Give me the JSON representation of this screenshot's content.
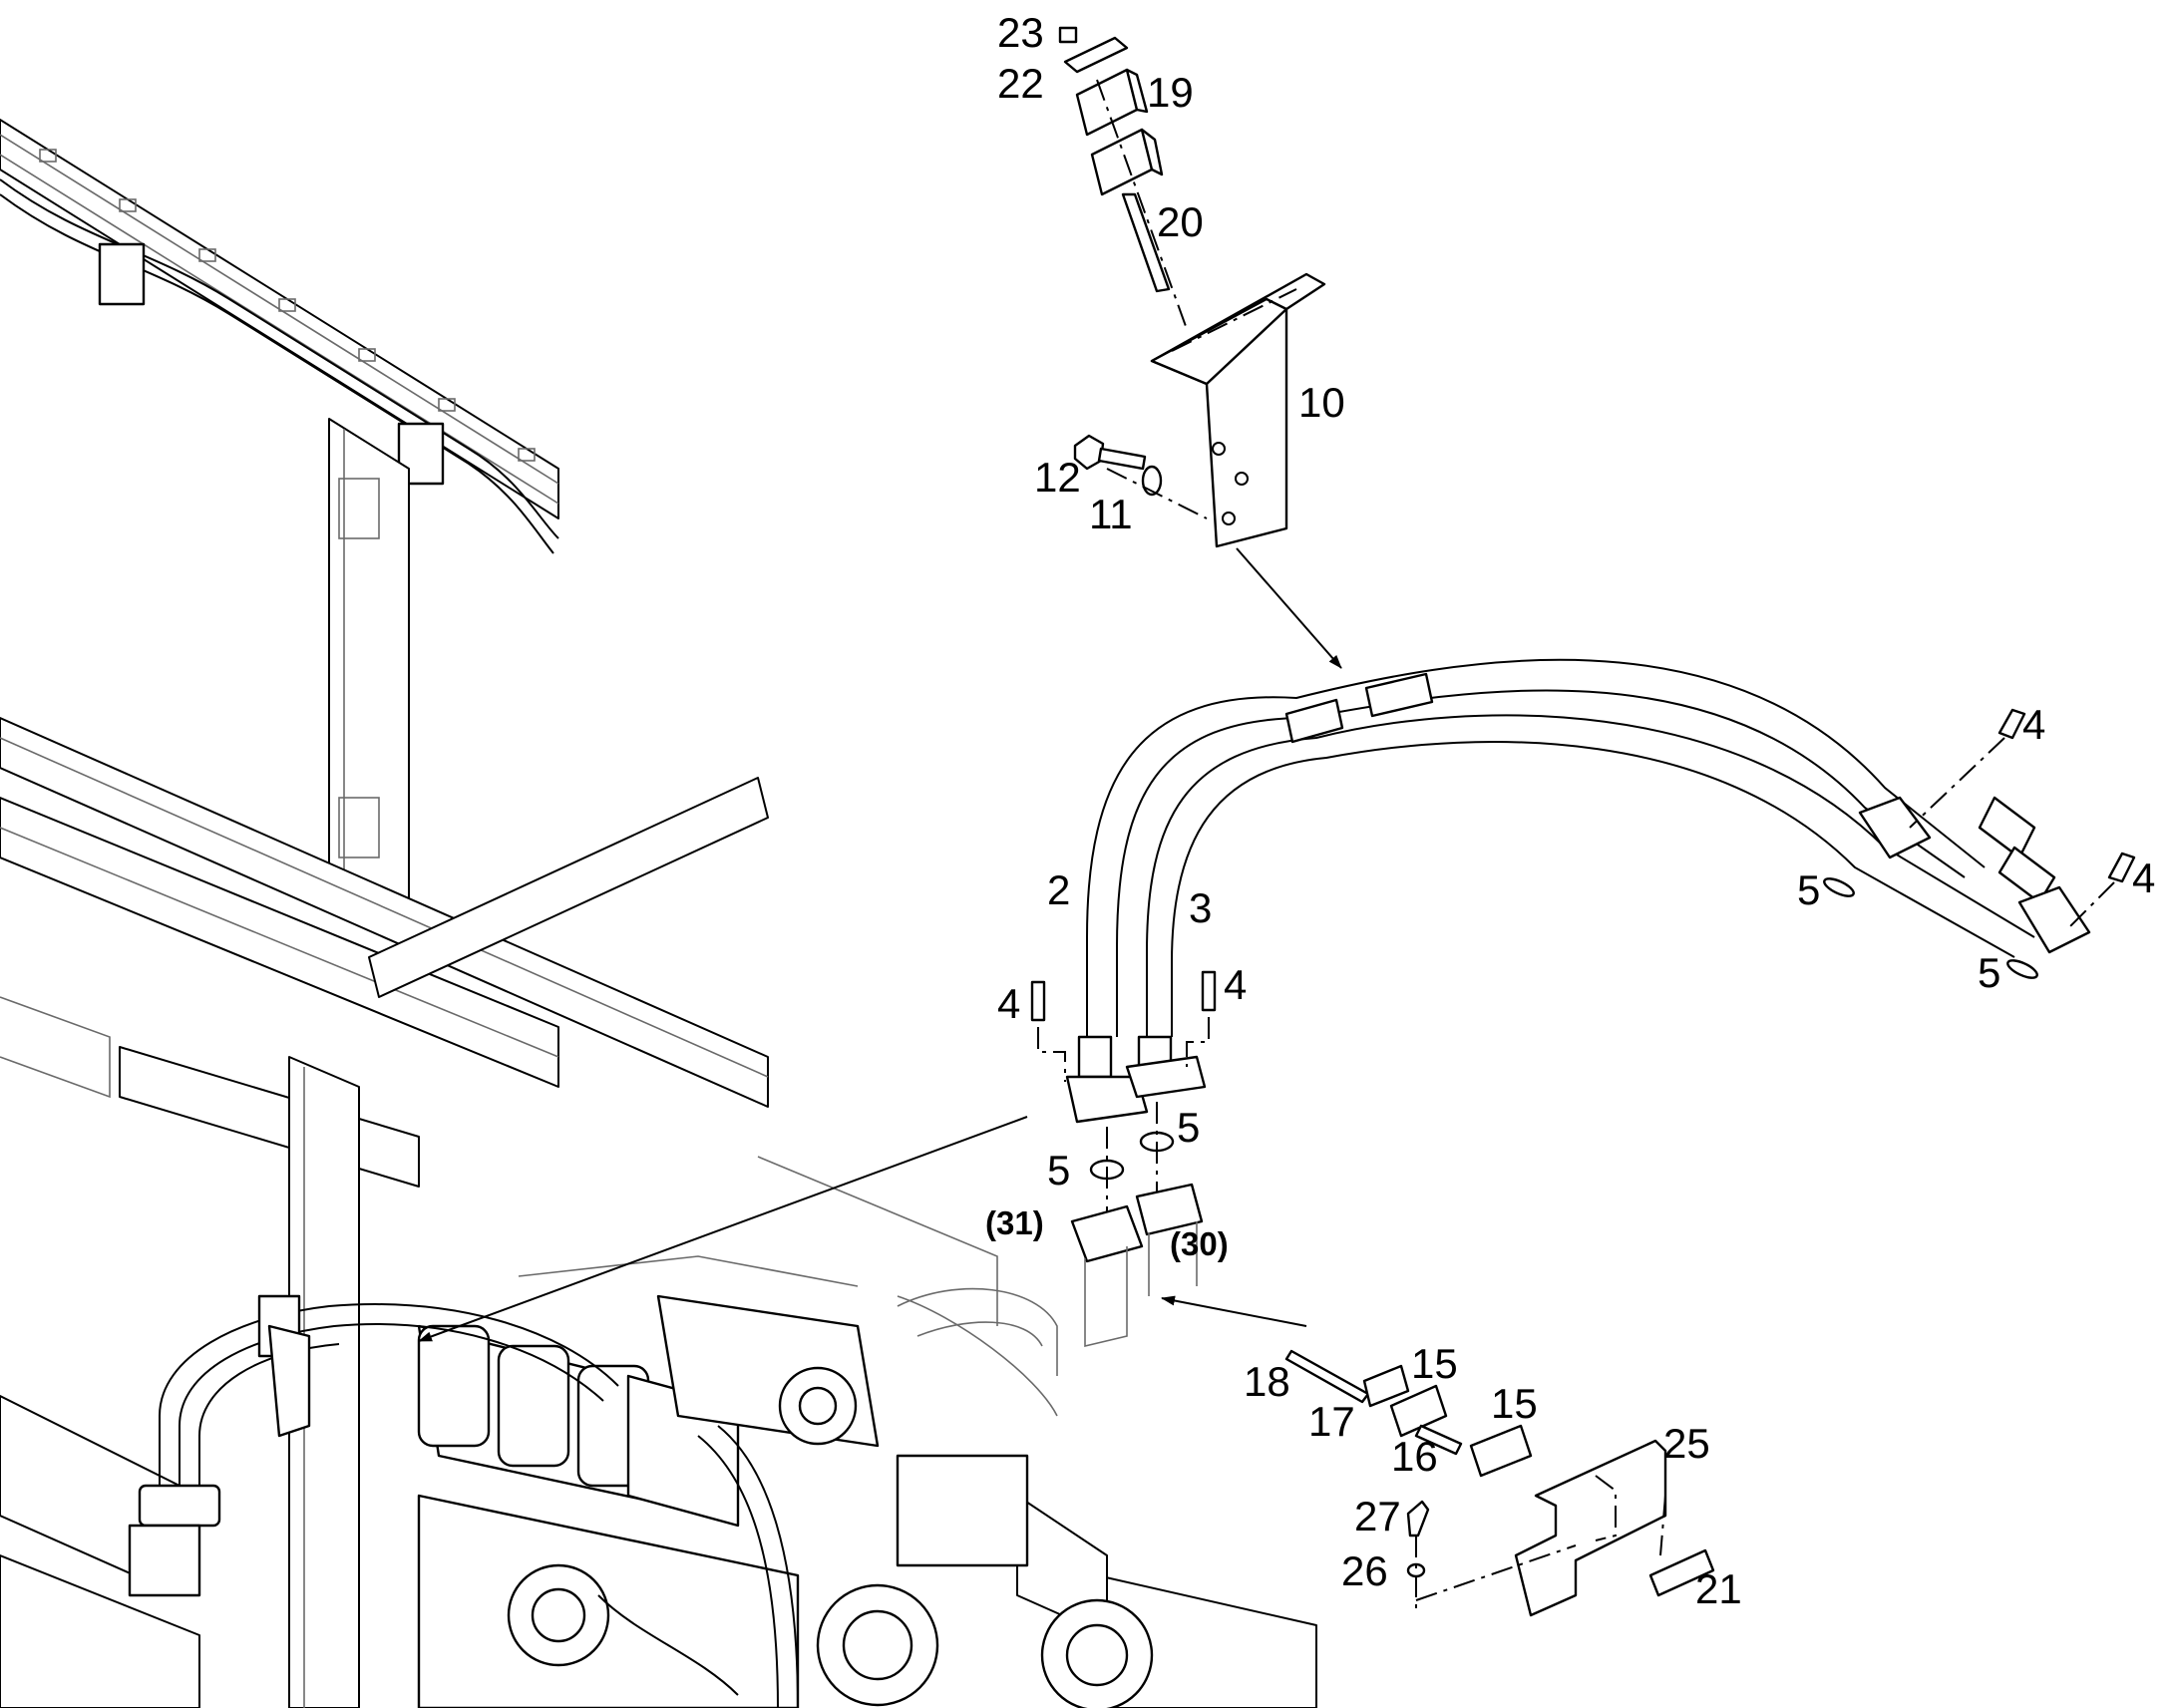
{
  "diagram": {
    "callouts": {
      "c23": "23",
      "c22": "22",
      "c19": "19",
      "c20": "20",
      "c10": "10",
      "c12": "12",
      "c11": "11",
      "c4_right_top": "4",
      "c4_right_mid": "4",
      "c5_right_top": "5",
      "c5_right_mid": "5",
      "c2": "2",
      "c3": "3",
      "c4_left": "4",
      "c4_center": "4",
      "c5_center": "5",
      "c5_left": "5",
      "c15_top": "15",
      "c15_bottom": "15",
      "c18": "18",
      "c17": "17",
      "c16": "16",
      "c25": "25",
      "c27": "27",
      "c26": "26",
      "c21": "21"
    },
    "references": {
      "r31": "(31)",
      "r30": "(30)"
    }
  }
}
